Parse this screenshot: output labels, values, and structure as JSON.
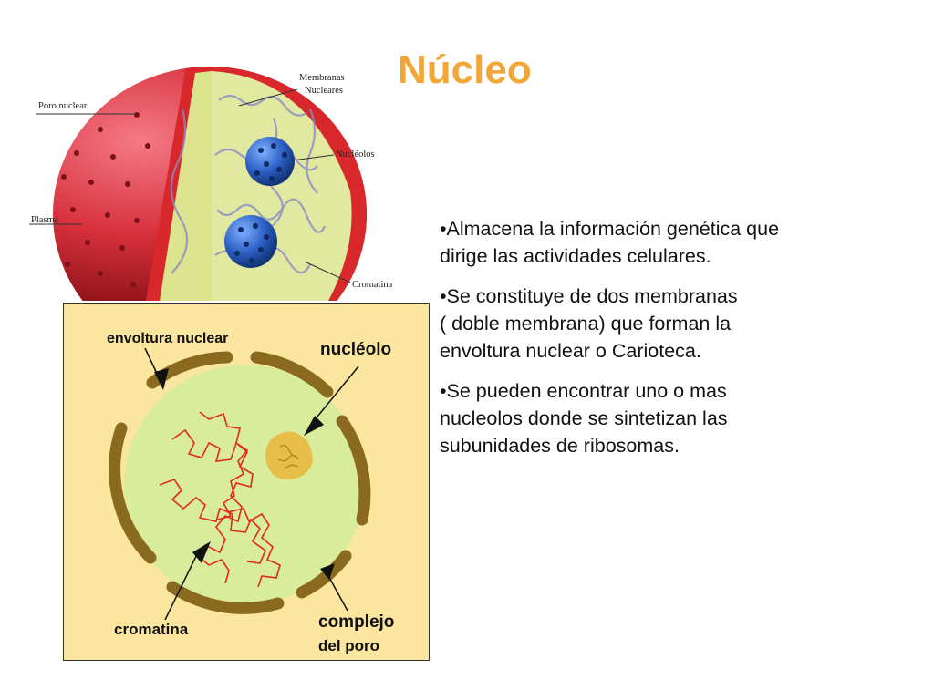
{
  "title": "Núcleo",
  "bullets": [
    [
      "•Almacena la información genética que",
      "dirige las actividades celulares."
    ],
    [
      "•Se constituye de dos membranas",
      "( doble membrana)  que forman la",
      "envoltura nuclear o Carioteca."
    ],
    [
      "•Se pueden encontrar uno o mas",
      "nucleolos donde se sintetizan las",
      "subunidades de ribosomas."
    ]
  ],
  "figure_top": {
    "labels": {
      "poro_nuclear": "Poro nuclear",
      "membranas_1": "Membranas",
      "membranas_2": "Nucleares",
      "nucleolos": "Nucléolos",
      "plasma": "Plasma",
      "cromatina": "Cromatina"
    }
  },
  "figure_bottom": {
    "labels": {
      "envoltura": "envoltura nuclear",
      "nucleolo": "nucléolo",
      "cromatina": "cromatina",
      "complejo_1": "complejo",
      "complejo_2": "del poro"
    }
  },
  "colors": {
    "title": "#f2a638",
    "membrane_red": "#d8282c",
    "nucleoplasm": "#dfe79a",
    "nucleolus_blue": "#2c5fc4",
    "panel_bg": "#fbe6a0",
    "inner_green": "#d9ec9c",
    "envelope_brown": "#8a6a1f",
    "chromatin_red": "#e02a20",
    "nucleolus_yellow": "#e8be4a"
  }
}
